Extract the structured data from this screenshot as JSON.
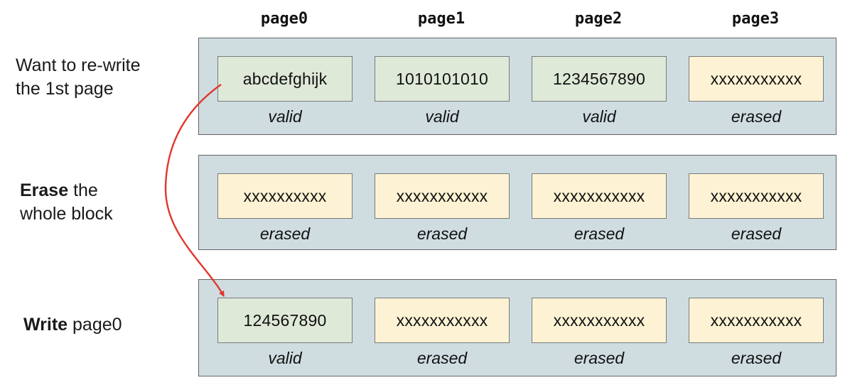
{
  "page_headers": [
    "page0",
    "page1",
    "page2",
    "page3"
  ],
  "steps": [
    {
      "label": {
        "bold": "",
        "text": "Want to re-write the 1st page"
      },
      "cells": [
        {
          "content": "abcdefghijk",
          "state": "valid"
        },
        {
          "content": "1010101010",
          "state": "valid"
        },
        {
          "content": "1234567890",
          "state": "valid"
        },
        {
          "content": "xxxxxxxxxxx",
          "state": "erased"
        }
      ]
    },
    {
      "label": {
        "bold": "Erase",
        "text": " the whole block"
      },
      "cells": [
        {
          "content": "xxxxxxxxxx",
          "state": "erased"
        },
        {
          "content": "xxxxxxxxxxx",
          "state": "erased"
        },
        {
          "content": "xxxxxxxxxxx",
          "state": "erased"
        },
        {
          "content": "xxxxxxxxxxx",
          "state": "erased"
        }
      ]
    },
    {
      "label": {
        "bold": "Write",
        "text": " page0"
      },
      "cells": [
        {
          "content": "124567890",
          "state": "valid"
        },
        {
          "content": "xxxxxxxxxxx",
          "state": "erased"
        },
        {
          "content": "xxxxxxxxxxx",
          "state": "erased"
        },
        {
          "content": "xxxxxxxxxxx",
          "state": "erased"
        }
      ]
    }
  ],
  "colors": {
    "block_background": "#cfdde1",
    "block_border": "#646464",
    "valid_cell_background": "#dfe9d8",
    "erased_cell_background": "#fdf3d4",
    "cell_border": "#7a7a7a",
    "arrow": "#e1372c"
  },
  "arrow": {
    "meaning": "page0 content is re-written from step 1 block into step 3 block"
  }
}
